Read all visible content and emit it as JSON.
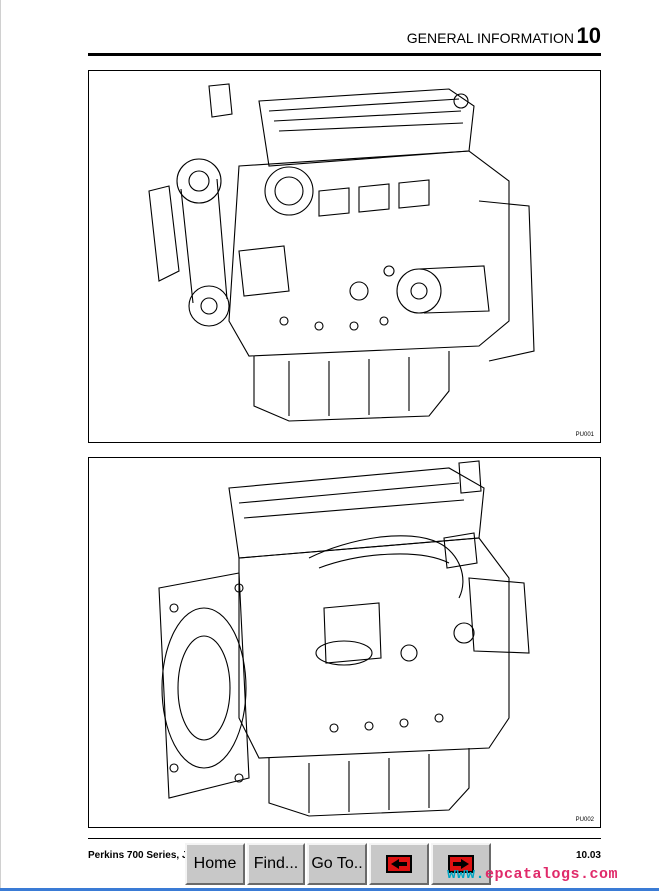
{
  "header": {
    "title": "GENERAL INFORMATION",
    "chapter_number": "10"
  },
  "figures": [
    {
      "code": "PU001"
    },
    {
      "code": "PU002"
    }
  ],
  "footer": {
    "left_text": "Perkins 700 Series, J",
    "page_number": "10.03"
  },
  "nav": {
    "home_label": "Home",
    "find_label": "Find...",
    "goto_label": "Go To..",
    "prev_icon": "arrow-left-icon",
    "next_icon": "arrow-right-icon"
  },
  "watermark": {
    "text_a": "www.",
    "text_b": "epcatalogs.com"
  },
  "colors": {
    "button_face": "#c8c8c8",
    "arrow_red": "#dd1111",
    "watermark": "#00a6c4"
  }
}
